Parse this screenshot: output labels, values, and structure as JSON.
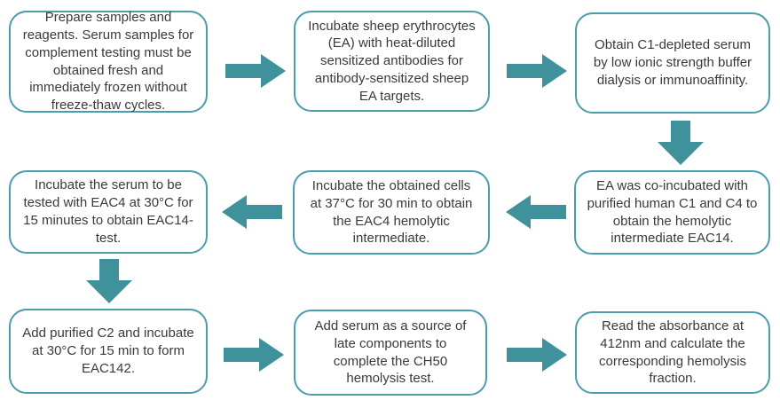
{
  "diagram": {
    "type": "flowchart",
    "nodes": [
      {
        "id": "step-1",
        "text": "Prepare samples and reagents. Serum samples for complement testing must be obtained fresh and immediately frozen without freeze-thaw cycles."
      },
      {
        "id": "step-2",
        "text": "Incubate sheep erythrocytes (EA) with heat-diluted sensitized antibodies for antibody-sensitized sheep EA targets."
      },
      {
        "id": "step-3",
        "text": "Obtain C1-depleted serum by low ionic strength buffer dialysis or immunoaffinity."
      },
      {
        "id": "step-4",
        "text": "EA was co-incubated with purified human C1 and C4 to obtain the hemolytic intermediate EAC14."
      },
      {
        "id": "step-5",
        "text": "Incubate the obtained cells at 37°C for 30 min to obtain the EAC4 hemolytic intermediate."
      },
      {
        "id": "step-6",
        "text": "Incubate the serum to be tested with EAC4 at 30°C for 15 minutes to obtain EAC14-test."
      },
      {
        "id": "step-7",
        "text": "Add purified C2 and incubate at 30°C for 15 min to form EAC142."
      },
      {
        "id": "step-8",
        "text": "Add serum as a source of late components to complete the CH50 hemolysis test."
      },
      {
        "id": "step-9",
        "text": "Read the absorbance at 412nm and calculate the corresponding hemolysis fraction."
      }
    ],
    "connections": [
      {
        "from": "step-1",
        "to": "step-2",
        "direction": "right"
      },
      {
        "from": "step-2",
        "to": "step-3",
        "direction": "right"
      },
      {
        "from": "step-3",
        "to": "step-4",
        "direction": "down"
      },
      {
        "from": "step-4",
        "to": "step-5",
        "direction": "left"
      },
      {
        "from": "step-5",
        "to": "step-6",
        "direction": "left"
      },
      {
        "from": "step-6",
        "to": "step-7",
        "direction": "down"
      },
      {
        "from": "step-7",
        "to": "step-8",
        "direction": "right"
      },
      {
        "from": "step-8",
        "to": "step-9",
        "direction": "right"
      }
    ]
  },
  "colors": {
    "arrow": "#3f919c",
    "box_border": "#4a9daa",
    "box_fill": "#ffffff",
    "text": "#3a3a3a",
    "background": "#ffffff"
  }
}
